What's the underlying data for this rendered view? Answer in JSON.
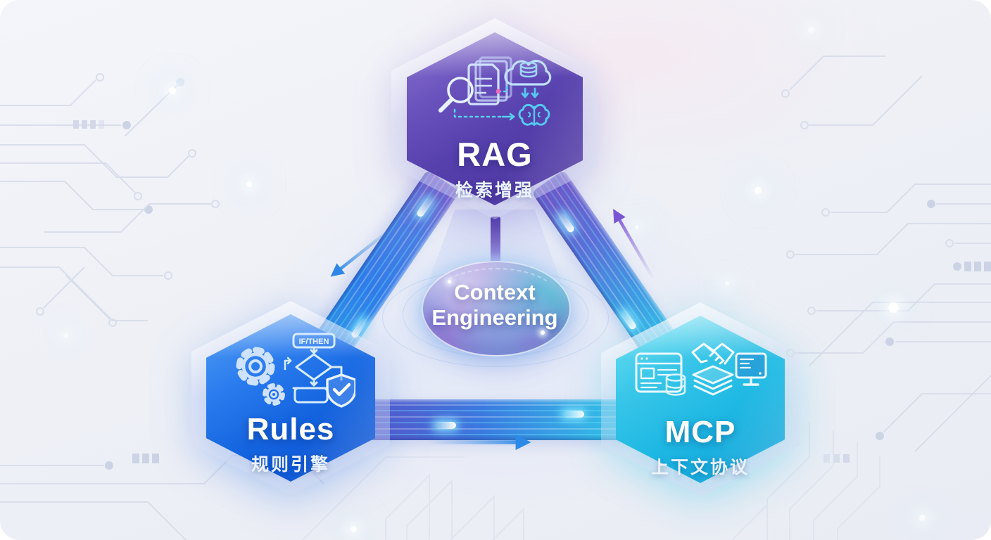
{
  "diagram": {
    "title_hint": "Context Engineering triangle diagram",
    "center": {
      "label_line1": "Context",
      "label_line2": "Engineering"
    },
    "nodes": {
      "rag": {
        "title": "RAG",
        "subtitle": "检索增强",
        "theme_color": "#5a43ae",
        "icons": [
          "documents-icon",
          "search-icon",
          "cloud-database-icon",
          "brain-icon"
        ]
      },
      "rules": {
        "title": "Rules",
        "subtitle": "规则引擎",
        "theme_color": "#1565e0",
        "if_then_label": "IF/THEN",
        "icons": [
          "gear-icon",
          "small-gear-icon",
          "flowchart-decision-icon",
          "shield-check-icon"
        ]
      },
      "mcp": {
        "title": "MCP",
        "subtitle": "上下文协议",
        "theme_color": "#1fb9e4",
        "icons": [
          "browser-database-icon",
          "handshake-icon",
          "layers-icon",
          "monitor-icon"
        ]
      }
    },
    "connections": [
      {
        "name": "rag-to-rules",
        "direction": "down-left",
        "color": "#2e86e6"
      },
      {
        "name": "rules-to-mcp",
        "direction": "right",
        "color": "#2b8ae8"
      },
      {
        "name": "mcp-to-rag",
        "direction": "up",
        "color": "#7a55d4"
      }
    ],
    "colors": {
      "background": "#eef0f6",
      "circuit": "#d9deea",
      "band_purple": "#6f5ac8",
      "band_blue": "#2f7ce8",
      "band_cyan": "#35c4e8"
    }
  }
}
